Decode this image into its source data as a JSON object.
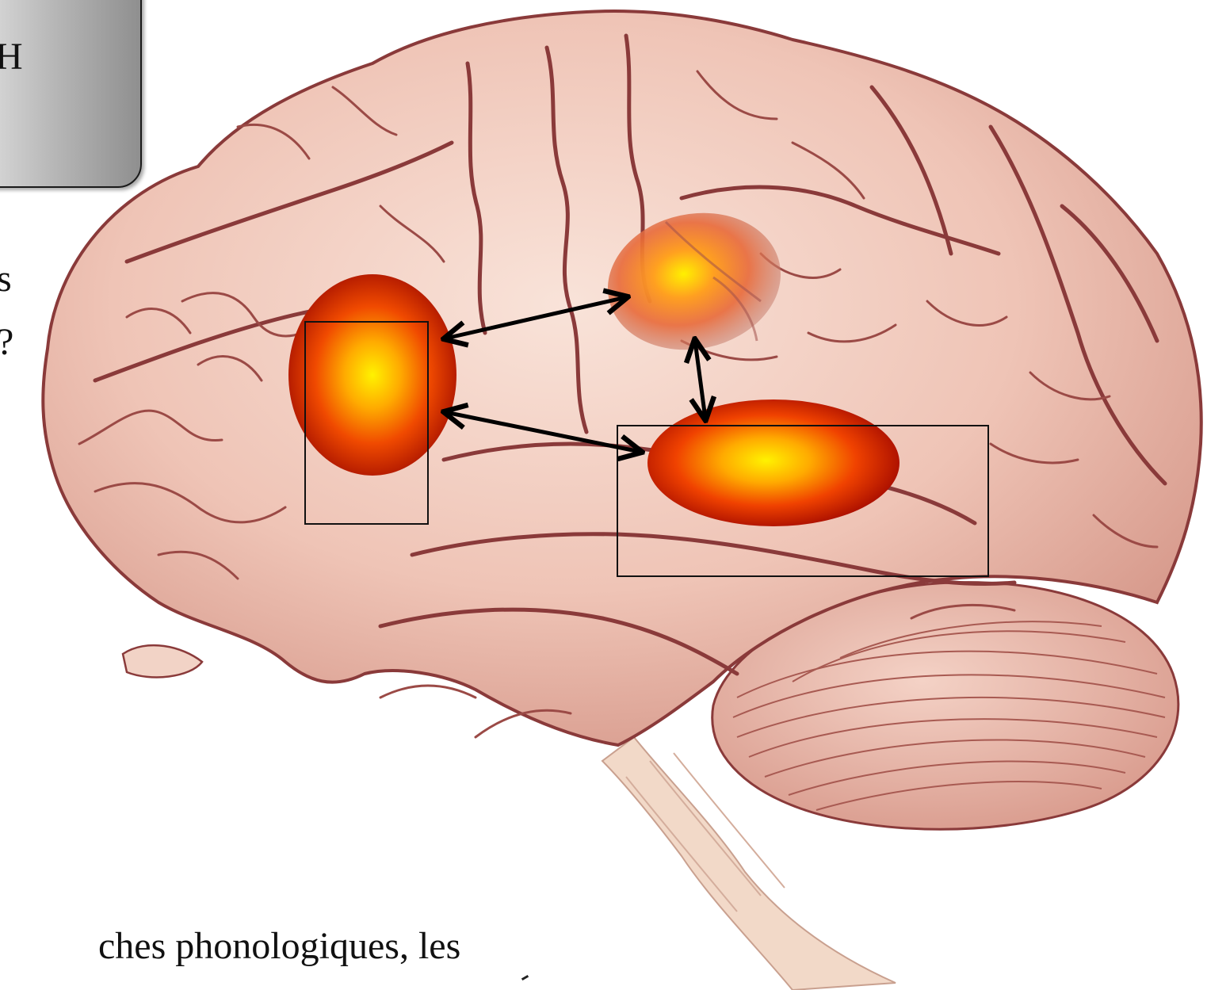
{
  "panel": {
    "letter": "H"
  },
  "fragments": {
    "left_s": "s",
    "left_q": "?"
  },
  "caption": "ches phonologiques, les",
  "regions": [
    {
      "name": "frontal-activation",
      "color_center": "#ffee00",
      "color_edge": "#b81200"
    },
    {
      "name": "parietal-activation",
      "color_center": "#ffe600",
      "color_edge": "#c2401a",
      "translucent": true
    },
    {
      "name": "temporal-activation",
      "color_center": "#ffee00",
      "color_edge": "#b81200"
    }
  ],
  "colors": {
    "brain_fill": "#f3cfc3",
    "brain_sulci": "#8a3a3a",
    "cerebellum": "#e7b6a8",
    "arrow": "#000000",
    "panel_gradient": [
      "#d9d9d9",
      "#8f8f8f"
    ]
  }
}
